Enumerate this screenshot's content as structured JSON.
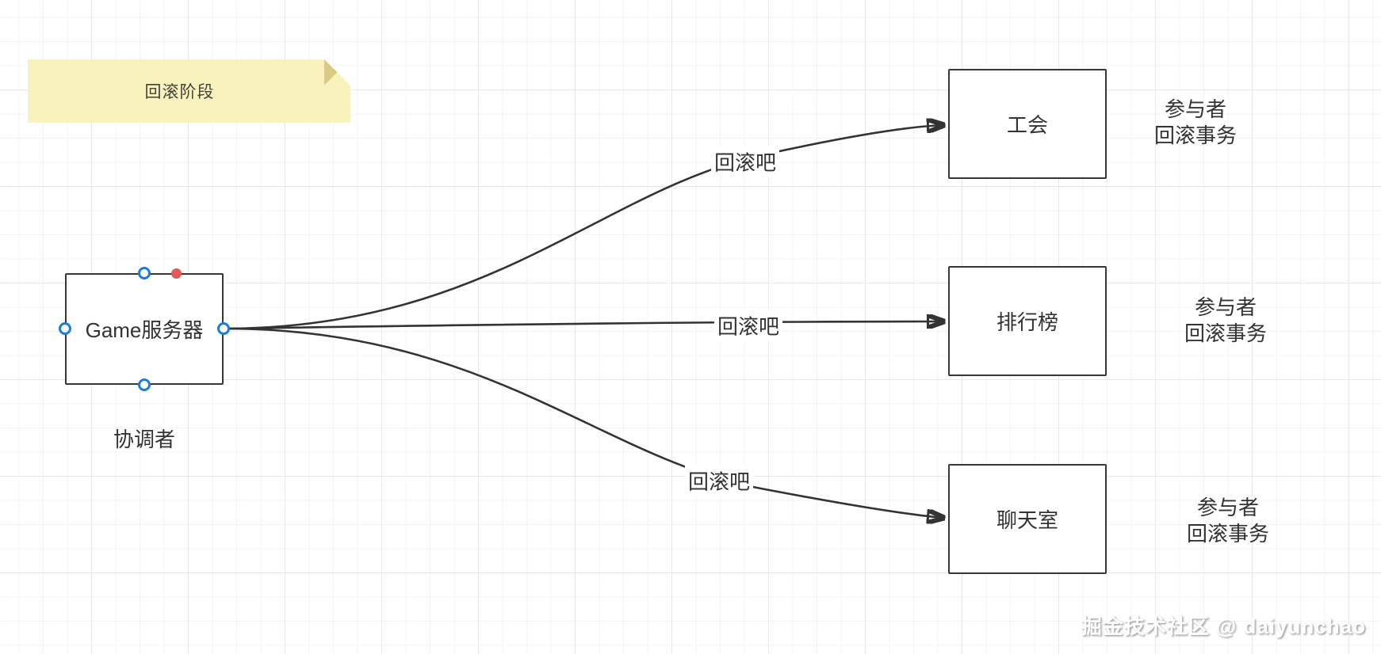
{
  "note": {
    "label": "回滚阶段"
  },
  "coordinator": {
    "box_label": "Game服务器",
    "role_label": "协调者"
  },
  "participants": [
    {
      "box_label": "工会",
      "edge_label": "回滚吧",
      "note_line1": "参与者",
      "note_line2": "回滚事务"
    },
    {
      "box_label": "排行榜",
      "edge_label": "回滚吧",
      "note_line1": "参与者",
      "note_line2": "回滚事务"
    },
    {
      "box_label": "聊天室",
      "edge_label": "回滚吧",
      "note_line1": "参与者",
      "note_line2": "回滚事务"
    }
  ],
  "watermark": {
    "text": "掘金技术社区 @ daiyunchao"
  },
  "colors": {
    "stroke": "#333333",
    "handle_blue": "#1d7dd2",
    "dot_red": "#e05b5b",
    "note_fill": "#faf2bd",
    "note_fold": "#d9cb81",
    "grid_minor": "#f4f4f4",
    "grid_major": "#e9e9e9"
  }
}
